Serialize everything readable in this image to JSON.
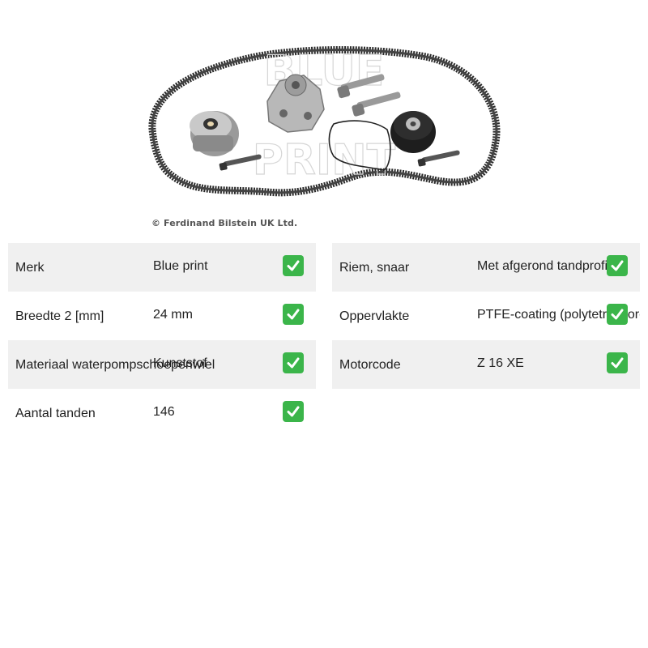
{
  "product_image": {
    "alt_icon": "timing-belt-kit-image",
    "watermark": "BLUE PRINT",
    "copyright": "© Ferdinand Bilstein UK Ltd."
  },
  "specs_left": [
    {
      "label": "Merk",
      "value": "Blue print"
    },
    {
      "label": "Breedte 2 [mm]",
      "value": "24 mm"
    },
    {
      "label": "Materiaal waterpompschoepenwiel",
      "value": "Kunststof"
    },
    {
      "label": "Aantal tanden",
      "value": "146"
    }
  ],
  "specs_right": [
    {
      "label": "Riem, snaar",
      "value": "Met afgerond tandprofiel"
    },
    {
      "label": "Oppervlakte",
      "value": "PTFE-coating (polytetrafluorethyleen)"
    },
    {
      "label": "Motorcode",
      "value": "Z 16 XE"
    }
  ],
  "colors": {
    "row_shade": "#f0f0f0",
    "check_green": "#3bb54a"
  },
  "icons": {
    "check": "check-mark-icon"
  }
}
